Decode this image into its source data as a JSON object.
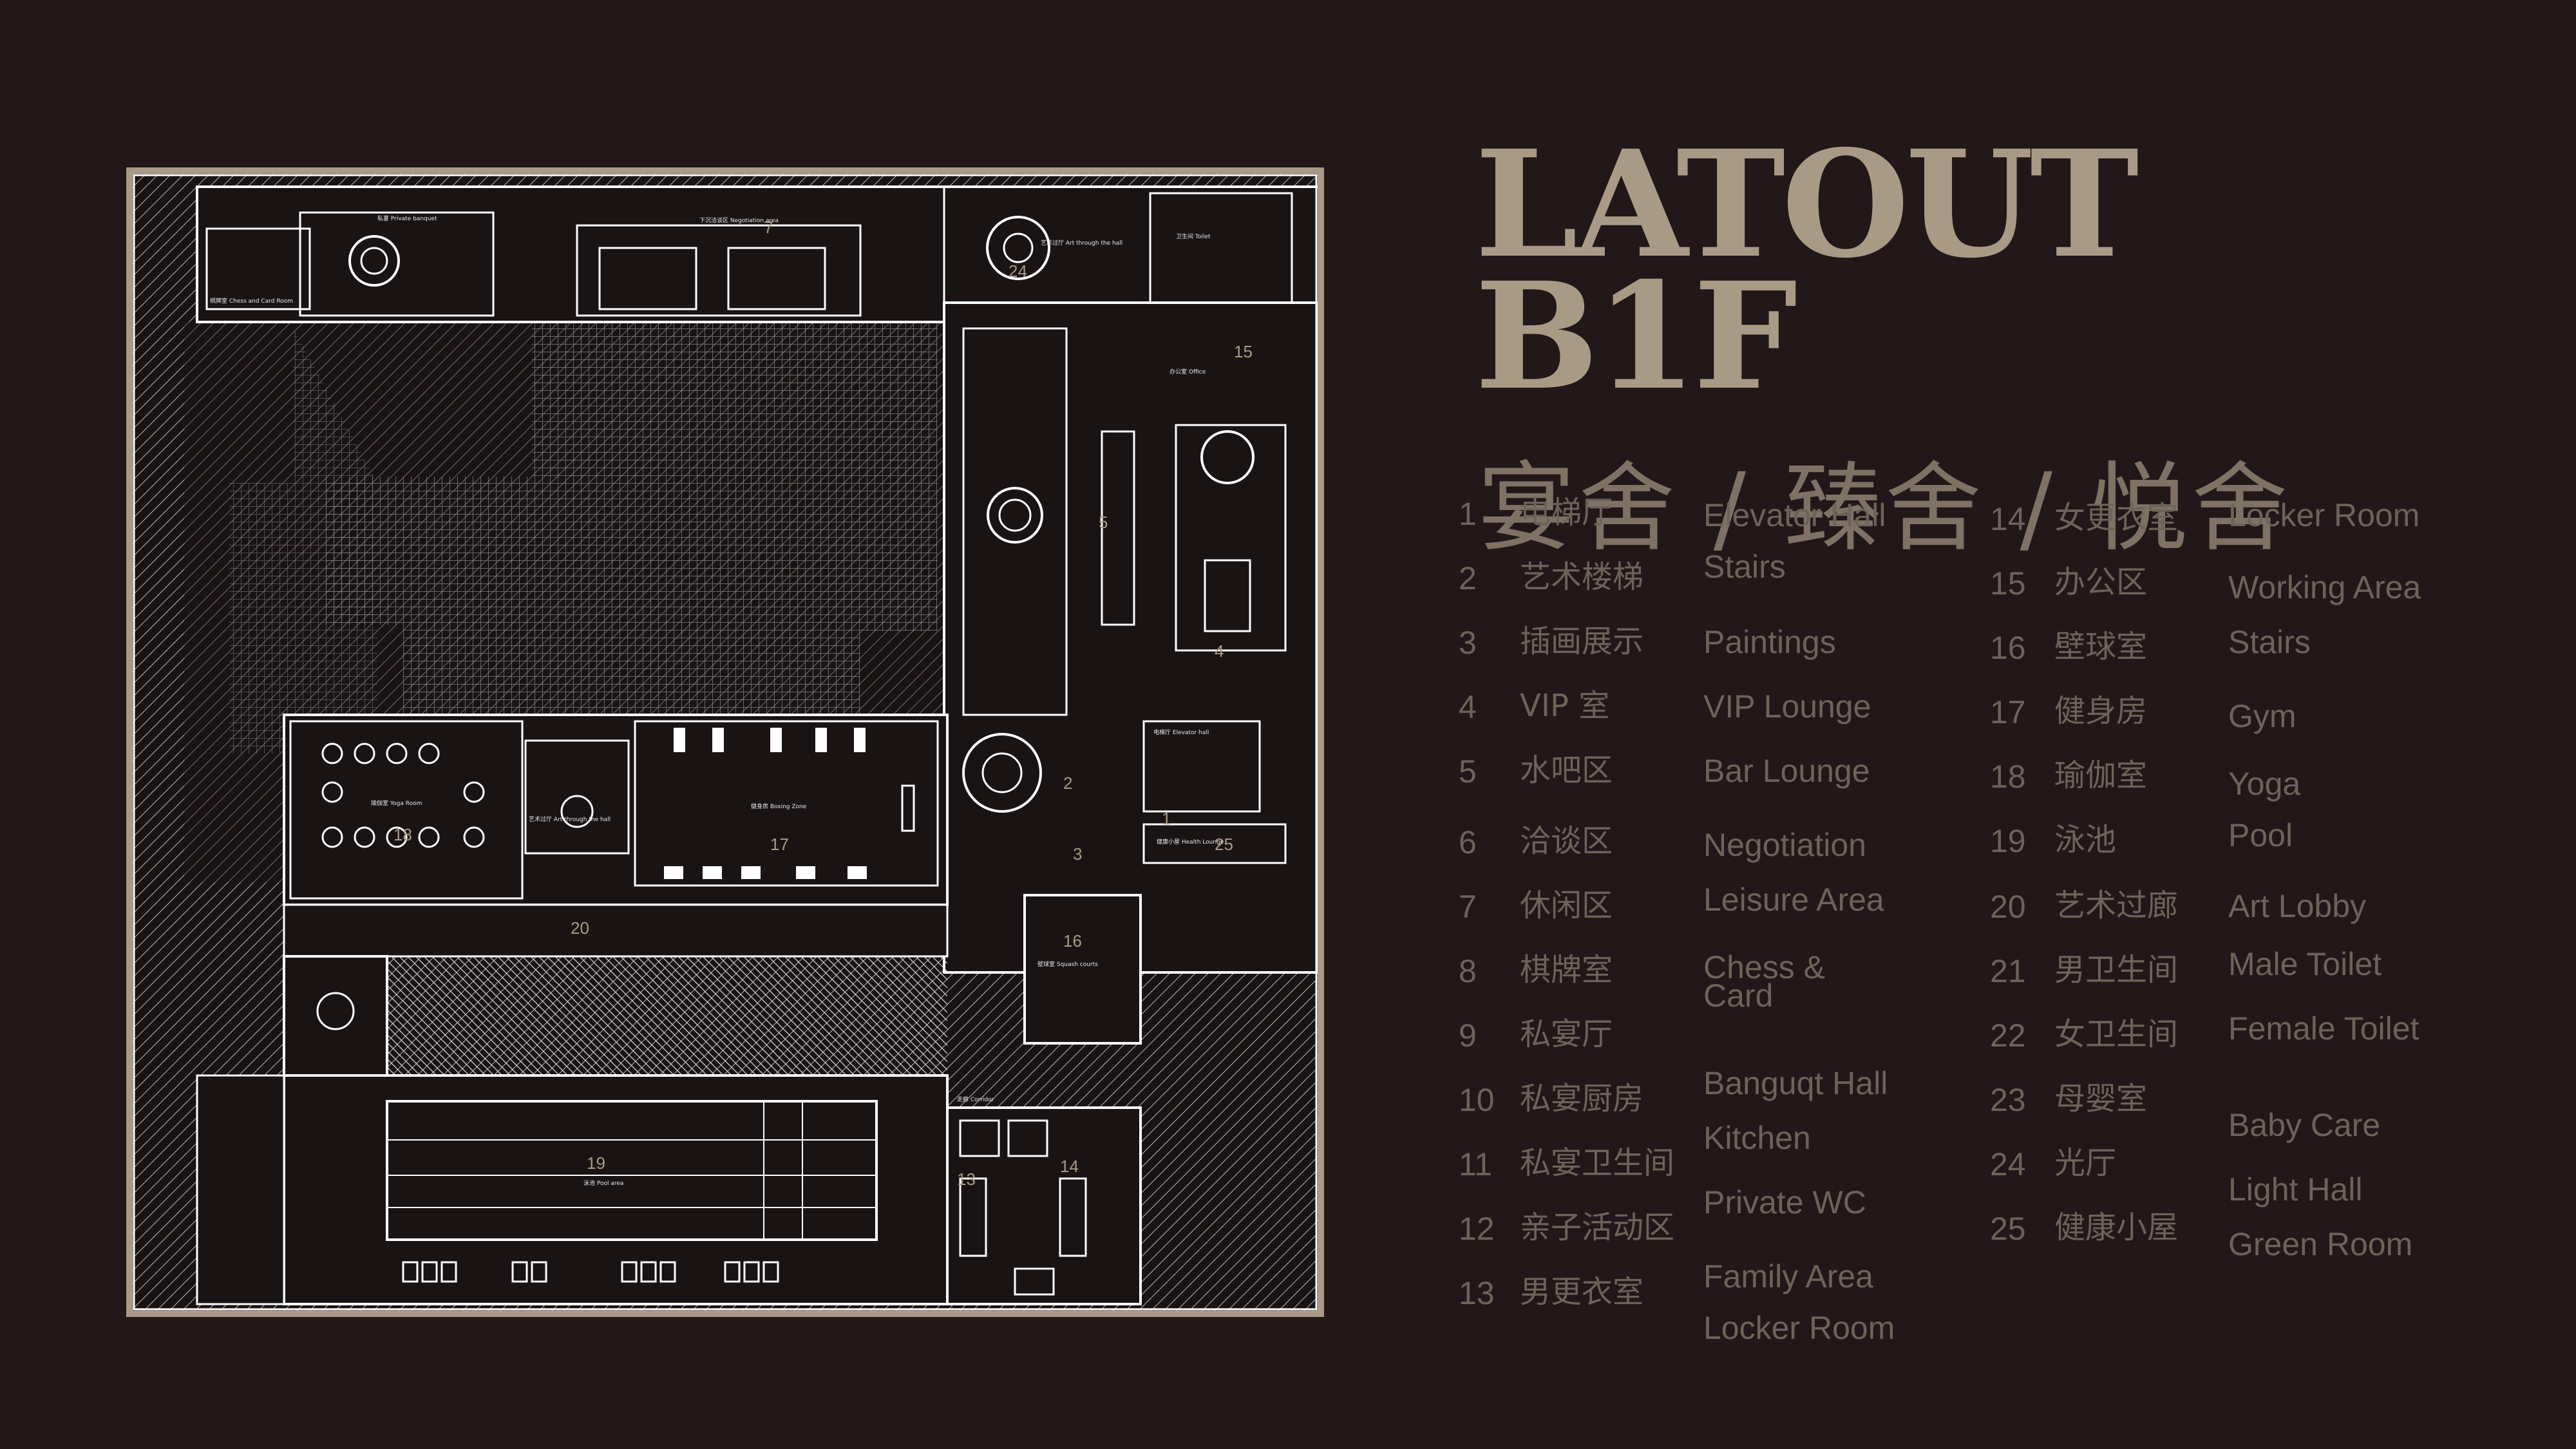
{
  "title": {
    "line1": "LATOUT",
    "line2": "B1F"
  },
  "subtitle": "宴舍 / 臻舍 / 悦舍",
  "colors": {
    "background": "#221719",
    "accent": "#a99a85",
    "legend_text": "#6e6359",
    "plan_lines": "#ffffff"
  },
  "legend": [
    {
      "num": "1",
      "cn": "电梯厅",
      "en": "Elevator Hall"
    },
    {
      "num": "2",
      "cn": "艺术楼梯",
      "en": "Stairs"
    },
    {
      "num": "3",
      "cn": "插画展示",
      "en": "Paintings"
    },
    {
      "num": "4",
      "cn": "VIP 室",
      "en": "VIP Lounge"
    },
    {
      "num": "5",
      "cn": "水吧区",
      "en": "Bar Lounge"
    },
    {
      "num": "6",
      "cn": "洽谈区",
      "en": "Negotiation"
    },
    {
      "num": "7",
      "cn": "休闲区",
      "en": "Leisure Area"
    },
    {
      "num": "8",
      "cn": "棋牌室",
      "en": "Chess & Card"
    },
    {
      "num": "9",
      "cn": "私宴厅",
      "en": ""
    },
    {
      "num": "10",
      "cn": "私宴厨房",
      "en": "Banguqt Hall"
    },
    {
      "num": "11",
      "cn": "私宴卫生间",
      "en": "Kitchen"
    },
    {
      "num": "12",
      "cn": "亲子活动区",
      "en": "Private WC"
    },
    {
      "num": "13",
      "cn": "男更衣室",
      "en": "Family Area"
    },
    {
      "num": "",
      "cn": "",
      "en": "Locker Room"
    },
    {
      "num": "14",
      "cn": "女更衣室",
      "en": "Locker Room"
    },
    {
      "num": "15",
      "cn": "办公区",
      "en": "Working Area"
    },
    {
      "num": "16",
      "cn": "壁球室",
      "en": "Stairs"
    },
    {
      "num": "17",
      "cn": "健身房",
      "en": "Gym"
    },
    {
      "num": "18",
      "cn": "瑜伽室",
      "en": "Yoga"
    },
    {
      "num": "19",
      "cn": "泳池",
      "en": "Pool"
    },
    {
      "num": "20",
      "cn": "艺术过廊",
      "en": "Art Lobby"
    },
    {
      "num": "21",
      "cn": "男卫生间",
      "en": "Male Toilet"
    },
    {
      "num": "22",
      "cn": "女卫生间",
      "en": "Female Toilet"
    },
    {
      "num": "23",
      "cn": "母婴室",
      "en": "Baby Care"
    },
    {
      "num": "24",
      "cn": "光厅",
      "en": "Light Hall"
    },
    {
      "num": "25",
      "cn": "健康小屋",
      "en": "Green Room"
    }
  ],
  "plan": {
    "room_numbers": [
      "1",
      "2",
      "3",
      "4",
      "5",
      "7",
      "13",
      "14",
      "15",
      "16",
      "17",
      "18",
      "19",
      "20",
      "24",
      "25"
    ],
    "room_labels": {
      "chess_card": "棋牌室 Chess and Card Room",
      "private_banquet": "私宴 Private banquet",
      "negotiation": "下沉洽谈区 Negotiation area",
      "art_hall_top": "艺术过厅 Art through the hall",
      "toilet": "卫生间 Toilet",
      "yoga": "瑜伽室 Yoga Room",
      "boxing": "健身房 Boxing Zone",
      "art_hall": "艺术过厅 Art through the hall",
      "squash": "壁球室 Squash courts",
      "pool": "泳池 Pool area",
      "health": "健康小屋 Health Lounge",
      "elevator": "电梯厅 Elevator hall",
      "office": "办公室 Office",
      "corridor": "走廊 Corridor"
    }
  }
}
